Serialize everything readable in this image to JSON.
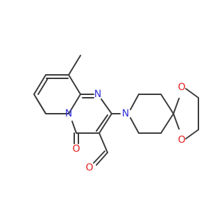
{
  "colors": {
    "bond": "#3a3a3a",
    "nitrogen": "#2f2fd7",
    "oxygen": "#e31b1b",
    "background": "#ffffff"
  },
  "labels": {
    "n_ring_top": "N",
    "n_ring_fused": "N",
    "n_piperidine": "N",
    "o_ketone": "O",
    "o_aldehyde": "O",
    "o_dioxolane_top": "O",
    "o_dioxolane_bottom": "O"
  }
}
